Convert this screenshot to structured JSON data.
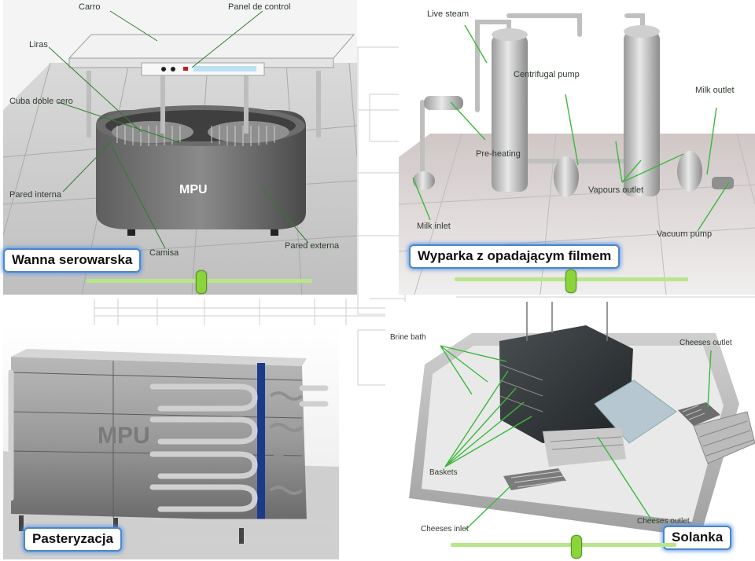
{
  "colors": {
    "accent_border": "#4a86c8",
    "slider_track": "#b9e68a",
    "slider_thumb": "#8bd43b",
    "callout_line": "#2e7d2e",
    "callout_green": "#3cb83c"
  },
  "panels": [
    {
      "id": "whey-tank",
      "title": "Wanna serowarska",
      "slider_value": 0.5,
      "labels": {
        "carro": "Carro",
        "panel": "Panel de control",
        "liras": "Liras",
        "cuba": "Cuba doble cero",
        "pared_int": "Pared interna",
        "camisa": "Camisa",
        "pared_ext": "Pared externa"
      },
      "logo": "MPU"
    },
    {
      "id": "evaporator",
      "title": "Wyparka z opadającym filmem",
      "slider_value": 0.5,
      "labels": {
        "live_steam": "Live steam",
        "centrifugal": "Centrifugal pump",
        "milk_outlet": "Milk outlet",
        "preheating": "Pre-heating",
        "vapours": "Vapours outlet",
        "milk_inlet": "Milk inlet",
        "vacuum": "Vacuum pump"
      }
    },
    {
      "id": "pasteurizer",
      "title": "Pasteryzacja",
      "logo": "MPU"
    },
    {
      "id": "brine",
      "title": "Solanka",
      "slider_value": 0.53,
      "labels": {
        "brine_bath": "Brine bath",
        "cheeses_outlet_top": "Cheeses outlet",
        "baskets": "Baskets",
        "cheeses_inlet": "Cheeses inlet",
        "cheeses_outlet_bottom": "Cheeses outlet"
      }
    }
  ]
}
